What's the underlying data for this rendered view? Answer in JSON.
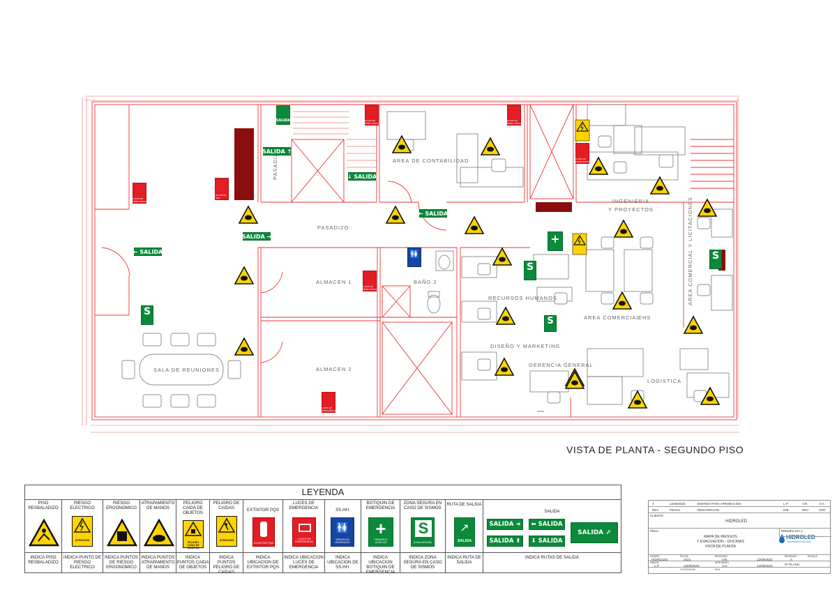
{
  "page_title": "VISTA DE PLANTA - SEGUNDO PISO",
  "rooms": {
    "pasadizo_top": "PASADIZO",
    "pasadizo_main": "PASADIZO",
    "contabilidad": "AREA DE CONTABILIDAD",
    "ingenieria": "INGENIERIA\nY PROYECTOS",
    "comercial_lic": "AREA COMERCIAL Y LICITACIONES",
    "almacen1": "ALMACEN 1",
    "almacen2": "ALMACEN 2",
    "bano2": "BAÑO 2",
    "rrhh": "RECURSOS HUMANOS",
    "area_comercial": "AREA COMERCIAL",
    "ehs": "EHS",
    "diseno": "DISEÑO Y MARKETING",
    "gerencia": "GERENCIA GENERAL",
    "logistica": "LOGISTICA",
    "sala": "SALA DE REUNIONES"
  },
  "signs": {
    "salida": "SALIDA",
    "luces": "LUCES DE EMERGENCIA",
    "extintor": "EXTINTOR PQS",
    "sshh": "SERVICIOS HIGIENICOS"
  },
  "legend": {
    "title": "LEYENDA",
    "columns": [
      {
        "head": "PISO RESBALADIZO",
        "foot": "INDICA PISO RESBALADIZO"
      },
      {
        "head": "RIESGO ELECTRICO",
        "foot": "INDICA PUNTO DE RIESGO ELECTRICO",
        "sign_text": "ATENCIÓN"
      },
      {
        "head": "RIESGO ERGONOMICO",
        "foot": "INDICA PUNTOS DE RIESGO ERGONOMICO"
      },
      {
        "head": "ATRAPAMIENTO DE MANOS",
        "foot": "INDICA PUNTOS ATRAPAMIENTO DE MANOS"
      },
      {
        "head": "PELIGRO CAIDA DE OBJETOS",
        "foot": "INDICA PUNTOS CAIDA DE OBJETOS",
        "sign_text": "PELIGRO CAIDA DE OBJETOS"
      },
      {
        "head": "PELIGRO DE CAIDAS",
        "foot": "INDICA PUNTOS PELIGRO DE CAIDAS",
        "sign_text": "ATENCIÓN"
      },
      {
        "head": "EXTINTOR PQS",
        "foot": "INDICA UBICACION DE EXTINTOR PQS",
        "sign_text": "EXTINTOR PQS"
      },
      {
        "head": "LUCES DE EMERGENCIA",
        "foot": "INDICA UBICACION LUCES DE EMERGENCIA",
        "sign_text": "LUCES DE EMERGENCIA"
      },
      {
        "head": "SS.HH.",
        "foot": "INDICA UBICACION DE SS.HH.",
        "sign_text": "SERVICIOS HIGIENICOS"
      },
      {
        "head": "BOTIQUIN DE EMERGENCIA",
        "foot": "INDICA UBICACION BOTIQUIN DE EMERGENCIA",
        "sign_text": "PRIMEROS AUXILIOS"
      },
      {
        "head": "ZONA SEGURA EN CASO DE SISMOS",
        "foot": "INDICA ZONA SEGURA EN CASO DE SISMOS",
        "sign_text": "ZONA SEGURA"
      },
      {
        "head": "RUTA DE SALIDA",
        "foot": "INDICA RUTA DE SALIDA",
        "sign_text": "SALIDA"
      },
      {
        "head": "SALIDA",
        "foot": "INDICA RUTAS DE SALIDA",
        "sign_text": "SALIDA"
      }
    ]
  },
  "title_block": {
    "rev_row": {
      "rev": "A",
      "date": "12/09/2023",
      "desc": "EMITIDO PARA APROBACION",
      "by1": "L.P.",
      "by2": "V.R.",
      "by3": "A.H."
    },
    "header_row": {
      "rev": "REV",
      "date": "FECHA",
      "desc": "DESCRIPCION",
      "dib": "DIB",
      "rev2": "REV",
      "apr": "APR"
    },
    "cliente_label": "CLIENTE",
    "cliente": "HIDROLED",
    "plano_label": "Plano:",
    "plano_lines": [
      "MAPA DE RIESGOS",
      "Y EVACUACION - OFICINAS",
      "VISTA DE PLANTA"
    ],
    "logo": "HIDROLED",
    "logo_sub": "TRATAMIENTO DE AGUA",
    "reemplaza": "REEMPLAZA A",
    "proyecto": "Nº PROYECTO",
    "revision_label": "REVISION",
    "revision": "A",
    "escala": "ESCALA",
    "n_plano": "Nº PLANO",
    "diseno": "DISEÑO",
    "diseno_val": "HIDROLED",
    "fecha": "FECHA",
    "fecha_val": "2023",
    "revisado": "REVISADO",
    "revisado_val": "V.R.",
    "fecha2_val": "12/09/2023",
    "dibujo": "DIBUJO",
    "dibujo_val": "L.P.",
    "fecha3_val": "12/09/2023",
    "aprobado": "APROBADO",
    "aprobado_val": "A.H.",
    "fecha4_val": "12/09/2023",
    "cotizacion": "COTIZACION",
    "file": "FILE"
  }
}
